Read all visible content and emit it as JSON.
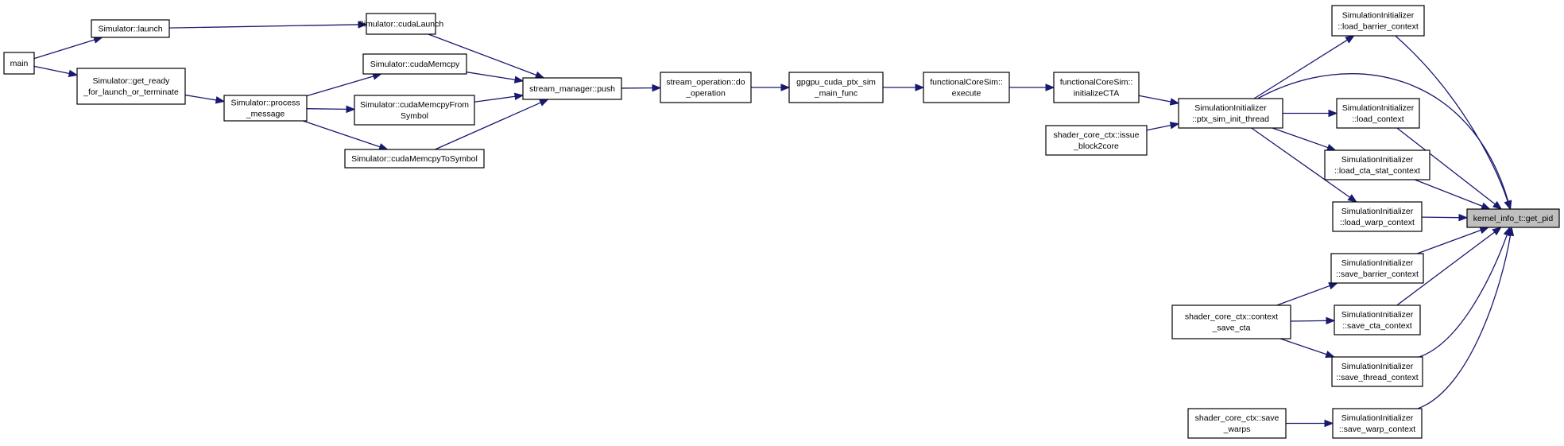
{
  "graph": {
    "nodes": [
      {
        "id": "main",
        "lines": [
          "main"
        ]
      },
      {
        "id": "sim_launch",
        "lines": [
          "Simulator::launch"
        ]
      },
      {
        "id": "sim_get_ready",
        "lines": [
          "Simulator::get_ready",
          "_for_launch_or_terminate"
        ]
      },
      {
        "id": "sim_process_message",
        "lines": [
          "Simulator::process",
          "_message"
        ]
      },
      {
        "id": "sim_cudaLaunch",
        "lines": [
          "Simulator::cudaLaunch"
        ]
      },
      {
        "id": "sim_cudaMemcpy",
        "lines": [
          "Simulator::cudaMemcpy"
        ]
      },
      {
        "id": "sim_cudaMemcpyFromSymbol",
        "lines": [
          "Simulator::cudaMemcpyFrom",
          "Symbol"
        ]
      },
      {
        "id": "sim_cudaMemcpyToSymbol",
        "lines": [
          "Simulator::cudaMemcpyToSymbol"
        ]
      },
      {
        "id": "stream_manager_push",
        "lines": [
          "stream_manager::push"
        ]
      },
      {
        "id": "stream_operation_do",
        "lines": [
          "stream_operation::do",
          "_operation"
        ]
      },
      {
        "id": "gpgpu_main_func",
        "lines": [
          "gpgpu_cuda_ptx_sim",
          "_main_func"
        ]
      },
      {
        "id": "fcs_execute",
        "lines": [
          "functionalCoreSim::",
          "execute"
        ]
      },
      {
        "id": "fcs_initializeCTA",
        "lines": [
          "functionalCoreSim::",
          "initializeCTA"
        ]
      },
      {
        "id": "scc_issue_block2core",
        "lines": [
          "shader_core_ctx::issue",
          "_block2core"
        ]
      },
      {
        "id": "si_ptx_sim_init_thread",
        "lines": [
          "SimulationInitializer",
          "::ptx_sim_init_thread"
        ]
      },
      {
        "id": "si_load_barrier_context",
        "lines": [
          "SimulationInitializer",
          "::load_barrier_context"
        ]
      },
      {
        "id": "si_load_context",
        "lines": [
          "SimulationInitializer",
          "::load_context"
        ]
      },
      {
        "id": "si_load_cta_stat_context",
        "lines": [
          "SimulationInitializer",
          "::load_cta_stat_context"
        ]
      },
      {
        "id": "si_load_warp_context",
        "lines": [
          "SimulationInitializer",
          "::load_warp_context"
        ]
      },
      {
        "id": "si_save_barrier_context",
        "lines": [
          "SimulationInitializer",
          "::save_barrier_context"
        ]
      },
      {
        "id": "si_save_cta_context",
        "lines": [
          "SimulationInitializer",
          "::save_cta_context"
        ]
      },
      {
        "id": "si_save_thread_context",
        "lines": [
          "SimulationInitializer",
          "::save_thread_context"
        ]
      },
      {
        "id": "si_save_warp_context",
        "lines": [
          "SimulationInitializer",
          "::save_warp_context"
        ]
      },
      {
        "id": "scc_context_save_cta",
        "lines": [
          "shader_core_ctx::context",
          "_save_cta"
        ]
      },
      {
        "id": "scc_save_warps",
        "lines": [
          "shader_core_ctx::save",
          "_warps"
        ]
      },
      {
        "id": "kernel_info_get_pid",
        "lines": [
          "kernel_info_t::get_pid"
        ]
      }
    ],
    "edges": [
      {
        "from": "main",
        "to": "sim_launch"
      },
      {
        "from": "main",
        "to": "sim_get_ready"
      },
      {
        "from": "sim_launch",
        "to": "sim_cudaLaunch"
      },
      {
        "from": "sim_get_ready",
        "to": "sim_process_message"
      },
      {
        "from": "sim_process_message",
        "to": "sim_cudaMemcpy"
      },
      {
        "from": "sim_process_message",
        "to": "sim_cudaMemcpyFromSymbol"
      },
      {
        "from": "sim_process_message",
        "to": "sim_cudaMemcpyToSymbol"
      },
      {
        "from": "sim_cudaLaunch",
        "to": "stream_manager_push"
      },
      {
        "from": "sim_cudaMemcpy",
        "to": "stream_manager_push"
      },
      {
        "from": "sim_cudaMemcpyFromSymbol",
        "to": "stream_manager_push"
      },
      {
        "from": "sim_cudaMemcpyToSymbol",
        "to": "stream_manager_push"
      },
      {
        "from": "stream_manager_push",
        "to": "stream_operation_do"
      },
      {
        "from": "stream_operation_do",
        "to": "gpgpu_main_func"
      },
      {
        "from": "gpgpu_main_func",
        "to": "fcs_execute"
      },
      {
        "from": "fcs_execute",
        "to": "fcs_initializeCTA"
      },
      {
        "from": "fcs_initializeCTA",
        "to": "si_ptx_sim_init_thread"
      },
      {
        "from": "scc_issue_block2core",
        "to": "si_ptx_sim_init_thread"
      },
      {
        "from": "si_ptx_sim_init_thread",
        "to": "si_load_barrier_context"
      },
      {
        "from": "si_ptx_sim_init_thread",
        "to": "kernel_info_get_pid"
      },
      {
        "from": "si_ptx_sim_init_thread",
        "to": "si_load_context"
      },
      {
        "from": "si_ptx_sim_init_thread",
        "to": "si_load_cta_stat_context"
      },
      {
        "from": "si_ptx_sim_init_thread",
        "to": "si_load_warp_context"
      },
      {
        "from": "si_load_barrier_context",
        "to": "kernel_info_get_pid"
      },
      {
        "from": "si_load_context",
        "to": "kernel_info_get_pid"
      },
      {
        "from": "si_load_cta_stat_context",
        "to": "kernel_info_get_pid"
      },
      {
        "from": "si_load_warp_context",
        "to": "kernel_info_get_pid"
      },
      {
        "from": "si_save_barrier_context",
        "to": "kernel_info_get_pid"
      },
      {
        "from": "si_save_cta_context",
        "to": "kernel_info_get_pid"
      },
      {
        "from": "si_save_thread_context",
        "to": "kernel_info_get_pid"
      },
      {
        "from": "si_save_warp_context",
        "to": "kernel_info_get_pid"
      },
      {
        "from": "scc_context_save_cta",
        "to": "si_save_barrier_context"
      },
      {
        "from": "scc_context_save_cta",
        "to": "si_save_cta_context"
      },
      {
        "from": "scc_context_save_cta",
        "to": "si_save_thread_context"
      },
      {
        "from": "scc_save_warps",
        "to": "si_save_warp_context"
      }
    ],
    "colors": {
      "edge": "#191970",
      "node_border": "#000000",
      "node_fill": "#ffffff",
      "highlight_fill": "#bfbfbf"
    },
    "highlighted_node": "kernel_info_get_pid"
  }
}
